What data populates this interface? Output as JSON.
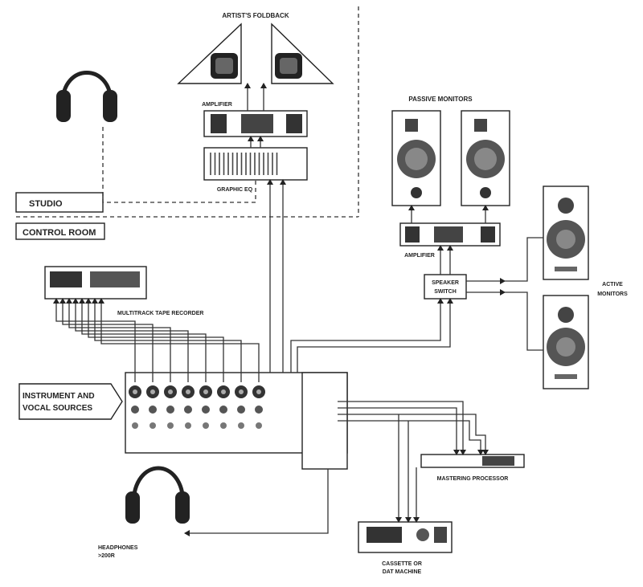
{
  "labels": {
    "artists_foldback": "ARTIST'S FOLDBACK",
    "amplifier_top": "AMPLIFIER",
    "graphic_eq": "GRAPHIC EQ",
    "studio": "STUDIO",
    "control_room": "CONTROL ROOM",
    "passive_monitors": "PASSIVE MONITORS",
    "amplifier_right": "AMPLIFIER",
    "speaker_switch_line1": "SPEAKER",
    "speaker_switch_line2": "SWITCH",
    "active_monitors_line1": "ACTIVE",
    "active_monitors_line2": "MONITORS",
    "multitrack": "MULTITRACK TAPE RECORDER",
    "instrument_line1": "INSTRUMENT AND",
    "instrument_line2": "VOCAL SOURCES",
    "mastering": "MASTERING PROCESSOR",
    "headphones_line1": "HEADPHONES",
    "headphones_line2": ">200R",
    "cassette_line1": "CASSETTE OR",
    "cassette_line2": "DAT MACHINE"
  }
}
